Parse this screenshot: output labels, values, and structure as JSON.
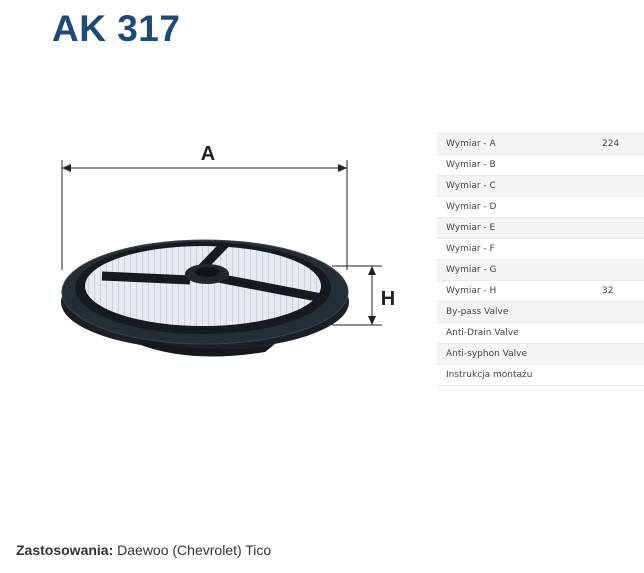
{
  "product": {
    "code": "AK 317"
  },
  "diagram": {
    "label_a": "A",
    "label_h": "H"
  },
  "specs": [
    {
      "label": "Wymiar - A",
      "value": "224"
    },
    {
      "label": "Wymiar - B",
      "value": ""
    },
    {
      "label": "Wymiar - C",
      "value": ""
    },
    {
      "label": "Wymiar - D",
      "value": ""
    },
    {
      "label": "Wymiar - E",
      "value": ""
    },
    {
      "label": "Wymiar - F",
      "value": ""
    },
    {
      "label": "Wymiar - G",
      "value": ""
    },
    {
      "label": "Wymiar - H",
      "value": "32"
    },
    {
      "label": "By-pass Valve",
      "value": ""
    },
    {
      "label": "Anti-Drain Valve",
      "value": ""
    },
    {
      "label": "Anti-syphon Valve",
      "value": ""
    },
    {
      "label": "Instrukcja montażu",
      "value": ""
    }
  ],
  "application": {
    "label": "Zastosowania:",
    "value": "Daewoo (Chevrolet) Tico"
  },
  "colors": {
    "title": "#1c4a7a",
    "filter_frame": "#1f262c",
    "filter_media": "#e3e8ef"
  }
}
